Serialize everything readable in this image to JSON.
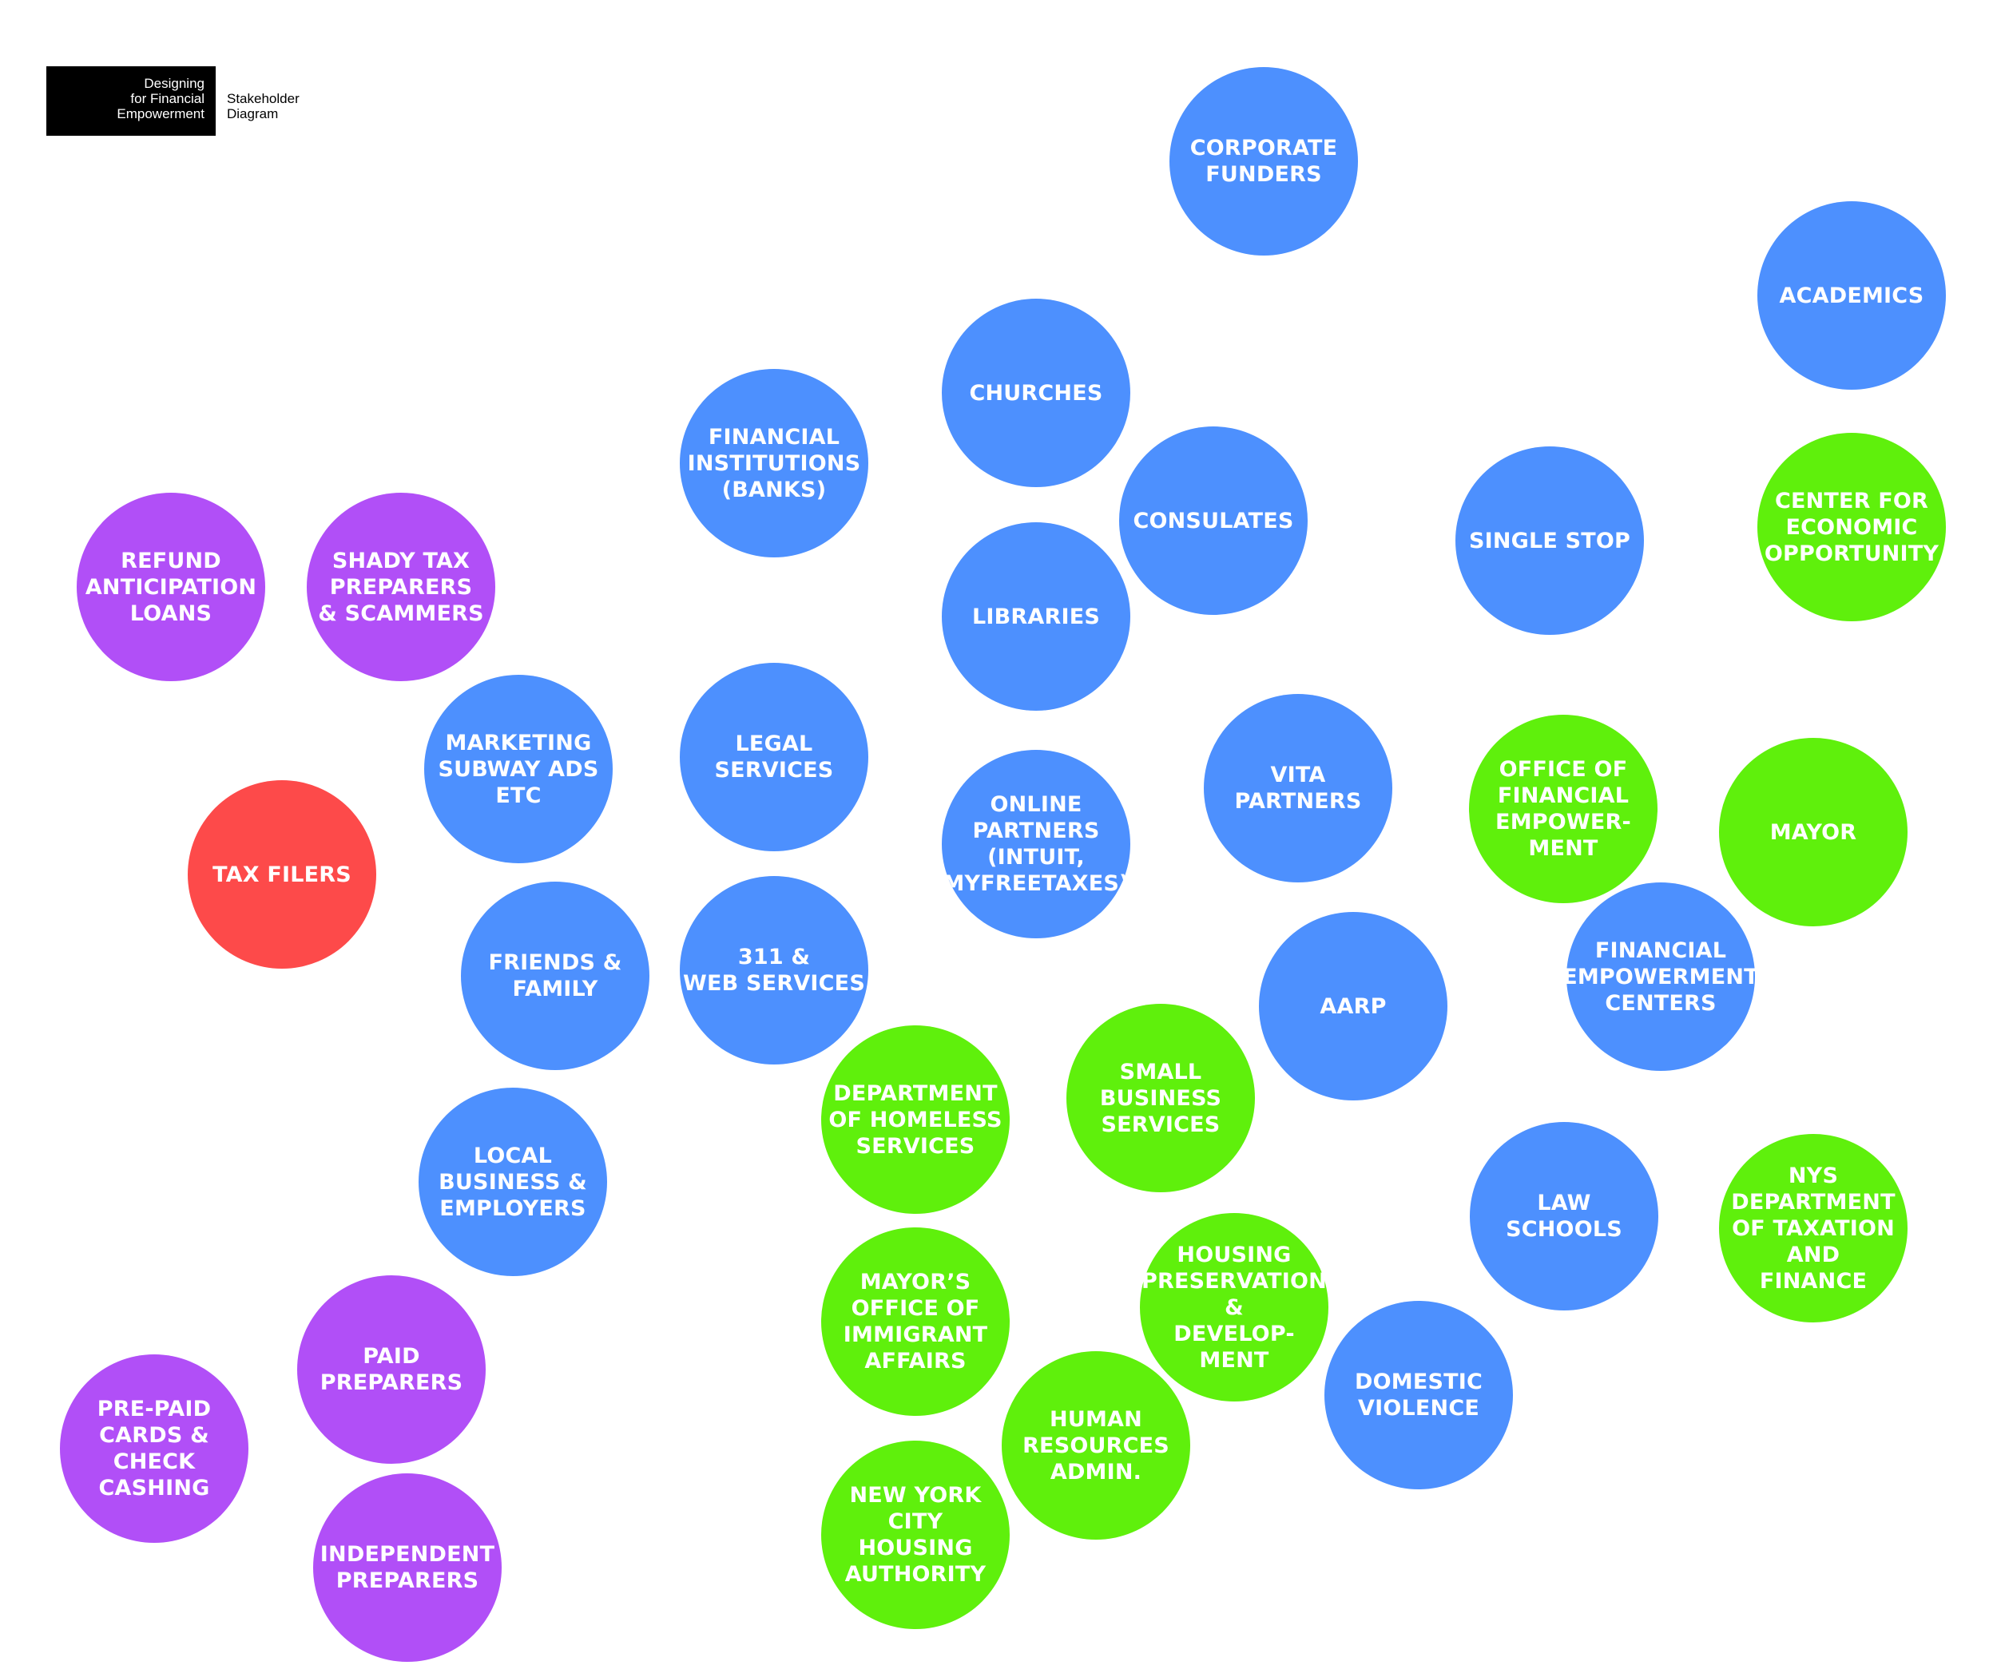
{
  "header": {
    "logo_lines": [
      "Designing",
      "for Financial",
      "Empowerment"
    ],
    "subtitle_lines": [
      "Stakeholder",
      "Diagram"
    ]
  },
  "colors": {
    "blue": "#4d90fe",
    "green": "#5ff00c",
    "purple": "#b14ff7",
    "red": "#fd4a4a"
  },
  "nodes": [
    {
      "id": "corporate-funders",
      "color": "blue",
      "lines": [
        "CORPORATE",
        "FUNDERS"
      ]
    },
    {
      "id": "academics",
      "color": "blue",
      "lines": [
        "ACADEMICS"
      ]
    },
    {
      "id": "churches",
      "color": "blue",
      "lines": [
        "CHURCHES"
      ]
    },
    {
      "id": "financial-institutions",
      "color": "blue",
      "lines": [
        "FINANCIAL",
        "INSTITUTIONS",
        "(BANKS)"
      ]
    },
    {
      "id": "consulates",
      "color": "blue",
      "lines": [
        "CONSULATES"
      ]
    },
    {
      "id": "single-stop",
      "color": "blue",
      "lines": [
        "SINGLE STOP"
      ]
    },
    {
      "id": "center-for-economic-opportunity",
      "color": "green",
      "lines": [
        "CENTER FOR",
        "ECONOMIC",
        "OPPORTUNITY"
      ]
    },
    {
      "id": "refund-anticipation-loans",
      "color": "purple",
      "lines": [
        "REFUND",
        "ANTICIPATION",
        "LOANS"
      ]
    },
    {
      "id": "shady-tax-preparers",
      "color": "purple",
      "lines": [
        "SHADY TAX",
        "PREPARERS",
        "& SCAMMERS"
      ]
    },
    {
      "id": "libraries",
      "color": "blue",
      "lines": [
        "LIBRARIES"
      ]
    },
    {
      "id": "marketing-subway-ads",
      "color": "blue",
      "lines": [
        "MARKETING",
        "SUBWAY ADS",
        "ETC"
      ]
    },
    {
      "id": "legal-services",
      "color": "blue",
      "lines": [
        "LEGAL",
        "SERVICES"
      ]
    },
    {
      "id": "online-partners",
      "color": "blue",
      "lines": [
        "ONLINE",
        "PARTNERS",
        "(INTUIT,",
        "MYFREETAXES)"
      ]
    },
    {
      "id": "vita-partners",
      "color": "blue",
      "lines": [
        "VITA",
        "PARTNERS"
      ]
    },
    {
      "id": "office-of-financial-empowerment",
      "color": "green",
      "lines": [
        "OFFICE OF",
        "FINANCIAL",
        "EMPOWER-",
        "MENT"
      ]
    },
    {
      "id": "mayor",
      "color": "green",
      "lines": [
        "MAYOR"
      ]
    },
    {
      "id": "tax-filers",
      "color": "red",
      "lines": [
        "TAX FILERS"
      ]
    },
    {
      "id": "friends-and-family",
      "color": "blue",
      "lines": [
        "FRIENDS &",
        "FAMILY"
      ]
    },
    {
      "id": "311-web-services",
      "color": "blue",
      "lines": [
        "311 &",
        "WEB SERVICES"
      ]
    },
    {
      "id": "aarp",
      "color": "blue",
      "lines": [
        "AARP"
      ]
    },
    {
      "id": "financial-empowerment-centers",
      "color": "blue",
      "lines": [
        "FINANCIAL",
        "EMPOWERMENT",
        "CENTERS"
      ]
    },
    {
      "id": "department-of-homeless-services",
      "color": "green",
      "lines": [
        "DEPARTMENT",
        "OF HOMELESS",
        "SERVICES"
      ]
    },
    {
      "id": "small-business-services",
      "color": "green",
      "lines": [
        "SMALL",
        "BUSINESS",
        "SERVICES"
      ]
    },
    {
      "id": "local-business-employers",
      "color": "blue",
      "lines": [
        "LOCAL",
        "BUSINESS &",
        "EMPLOYERS"
      ]
    },
    {
      "id": "law-schools",
      "color": "blue",
      "lines": [
        "LAW",
        "SCHOOLS"
      ]
    },
    {
      "id": "nys-department-of-taxation",
      "color": "green",
      "lines": [
        "NYS",
        "DEPARTMENT",
        "OF TAXATION",
        "AND",
        "FINANCE"
      ]
    },
    {
      "id": "housing-preservation-development",
      "color": "green",
      "lines": [
        "HOUSING",
        "PRESERVATION",
        "&",
        "DEVELOP-",
        "MENT"
      ]
    },
    {
      "id": "mayors-office-of-immigrant-affairs",
      "color": "green",
      "lines": [
        "MAYOR’S",
        "OFFICE OF",
        "IMMIGRANT",
        "AFFAIRS"
      ]
    },
    {
      "id": "paid-preparers",
      "color": "purple",
      "lines": [
        "PAID",
        "PREPARERS"
      ]
    },
    {
      "id": "pre-paid-cards-check-cashing",
      "color": "purple",
      "lines": [
        "PRE-PAID",
        "CARDS &",
        "CHECK",
        "CASHING"
      ]
    },
    {
      "id": "domestic-violence",
      "color": "blue",
      "lines": [
        "DOMESTIC",
        "VIOLENCE"
      ]
    },
    {
      "id": "human-resources-admin",
      "color": "green",
      "lines": [
        "HUMAN",
        "RESOURCES",
        "ADMIN."
      ]
    },
    {
      "id": "new-york-city-housing-authority",
      "color": "green",
      "lines": [
        "NEW YORK",
        "CITY",
        "HOUSING",
        "AUTHORITY"
      ]
    },
    {
      "id": "independent-preparers",
      "color": "purple",
      "lines": [
        "INDEPENDENT",
        "PREPARERS"
      ]
    }
  ]
}
